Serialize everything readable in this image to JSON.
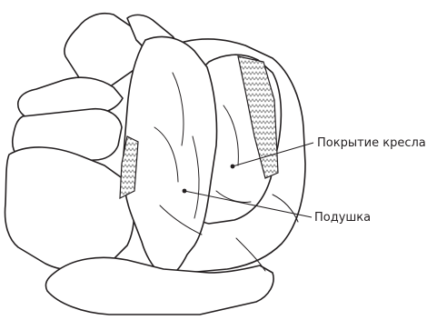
{
  "labels": {
    "seat_cover": "Покрытие кресла",
    "cushion": "Подушка"
  },
  "colors": {
    "line": "#231f20",
    "fill": "#ffffff",
    "hatch": "#9a9a9a"
  },
  "icons": [
    "seat-cover-illustration"
  ]
}
